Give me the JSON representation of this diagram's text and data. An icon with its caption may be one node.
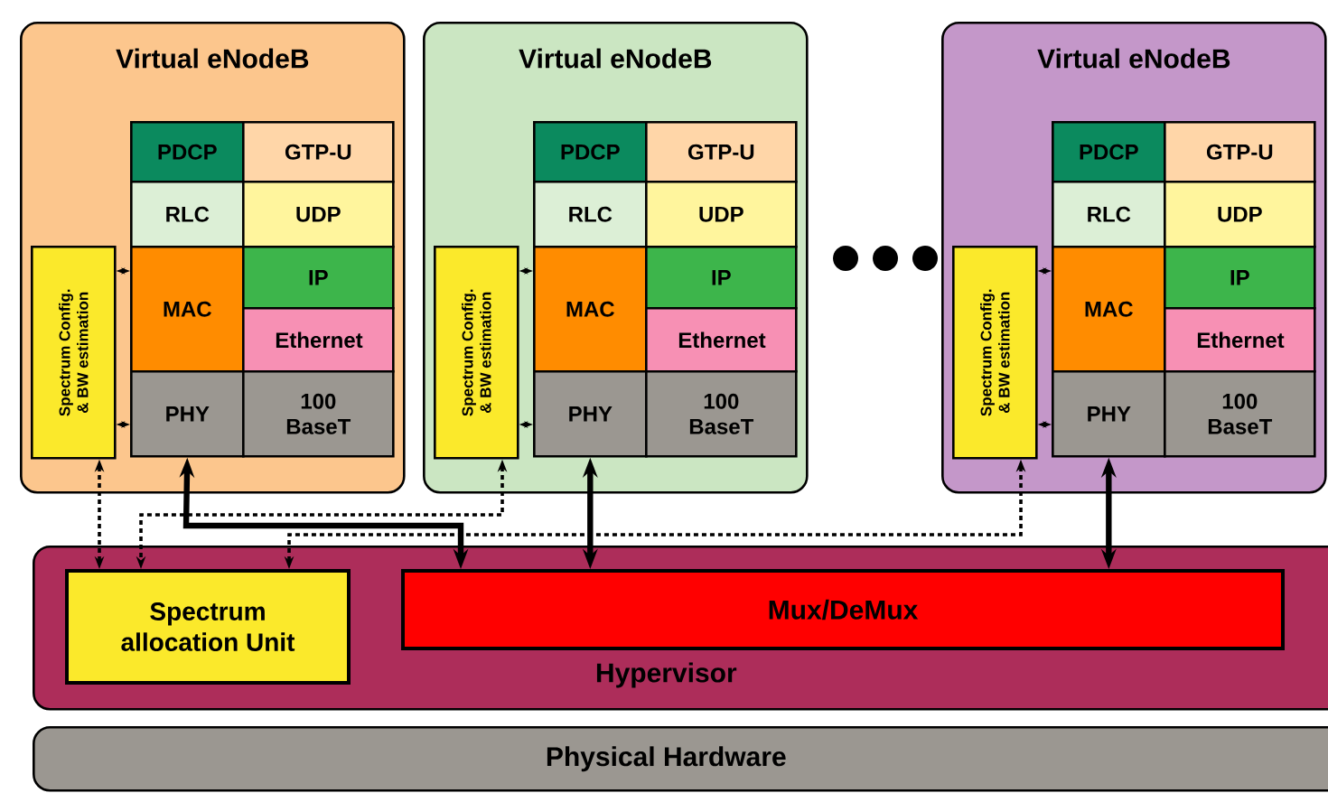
{
  "diagram": {
    "nodes": [
      {
        "text": [
          "Virtual eNodeB"
        ]
      },
      {
        "text": [
          "PDCP"
        ],
        "in": 0
      },
      {
        "text": [
          "GTP-U"
        ],
        "in": 0
      },
      {
        "text": [
          "RLC"
        ],
        "in": 0
      },
      {
        "text": [
          "UDP"
        ],
        "in": 0
      },
      {
        "text": [
          "Spectrum Config. & BW estimation"
        ],
        "in": 0
      },
      {
        "text": [
          "MAC"
        ],
        "in": 0
      },
      {
        "text": [
          "IP"
        ],
        "in": 0
      },
      {
        "text": [
          "Ethernet"
        ],
        "in": 0
      },
      {
        "text": [
          "PHY"
        ],
        "in": 0
      },
      {
        "text": [
          "100 BaseT"
        ],
        "in": 0
      },
      {
        "text": [
          "Virtual eNodeB"
        ]
      },
      {
        "text": [
          "PDCP"
        ],
        "in": 11
      },
      {
        "text": [
          "GTP-U"
        ],
        "in": 11
      },
      {
        "text": [
          "RLC"
        ],
        "in": 11
      },
      {
        "text": [
          "UDP"
        ],
        "in": 11
      },
      {
        "text": [
          "Spectrum Config. & BW estimation"
        ],
        "in": 11
      },
      {
        "text": [
          "MAC"
        ],
        "in": 11
      },
      {
        "text": [
          "IP"
        ],
        "in": 11
      },
      {
        "text": [
          "Ethernet"
        ],
        "in": 11
      },
      {
        "text": [
          "PHY"
        ],
        "in": 11
      },
      {
        "text": [
          "100 BaseT"
        ],
        "in": 11
      },
      {
        "text": [
          "Virtual eNodeB"
        ]
      },
      {
        "text": [
          "PDCP"
        ],
        "in": 22
      },
      {
        "text": [
          "GTP-U"
        ],
        "in": 22
      },
      {
        "text": [
          "RLC"
        ],
        "in": 22
      },
      {
        "text": [
          "UDP"
        ],
        "in": 22
      },
      {
        "text": [
          "Spectrum Config. & BW estimation"
        ],
        "in": 22
      },
      {
        "text": [
          "MAC"
        ],
        "in": 22
      },
      {
        "text": [
          "IP"
        ],
        "in": 22
      },
      {
        "text": [
          "Ethernet"
        ],
        "in": 22
      },
      {
        "text": [
          "PHY"
        ],
        "in": 22
      },
      {
        "text": [
          "100 BaseT"
        ],
        "in": 22
      },
      {
        "text": [
          "Hypervisor"
        ]
      },
      {
        "text": [
          "Spectrum allocation Unit"
        ],
        "in": 33
      },
      {
        "text": [
          "Mux/DeMux"
        ],
        "in": 33
      },
      {
        "text": [
          "Physical Hardware"
        ]
      }
    ],
    "edges": [
      {
        "from": 5,
        "to": 6,
        "arrow": "both",
        "style": "dashed"
      },
      {
        "from": 5,
        "to": 9,
        "arrow": "both",
        "style": "dashed"
      },
      {
        "from": 16,
        "to": 17,
        "arrow": "both",
        "style": "dashed"
      },
      {
        "from": 16,
        "to": 20,
        "arrow": "both",
        "style": "dashed"
      },
      {
        "from": 27,
        "to": 28,
        "arrow": "both",
        "style": "dashed"
      },
      {
        "from": 27,
        "to": 31,
        "arrow": "both",
        "style": "dashed"
      },
      {
        "from": 5,
        "to": 34,
        "arrow": "both",
        "style": "dashed"
      },
      {
        "from": 16,
        "to": 34,
        "arrow": "both",
        "style": "dashed"
      },
      {
        "from": 27,
        "to": 34,
        "arrow": "both",
        "style": "dashed"
      },
      {
        "from": 9,
        "to": 35,
        "arrow": "both",
        "style": "thick"
      },
      {
        "from": 20,
        "to": 35,
        "arrow": "both",
        "style": "thick"
      },
      {
        "from": 31,
        "to": 35,
        "arrow": "both",
        "style": "thick"
      }
    ]
  }
}
